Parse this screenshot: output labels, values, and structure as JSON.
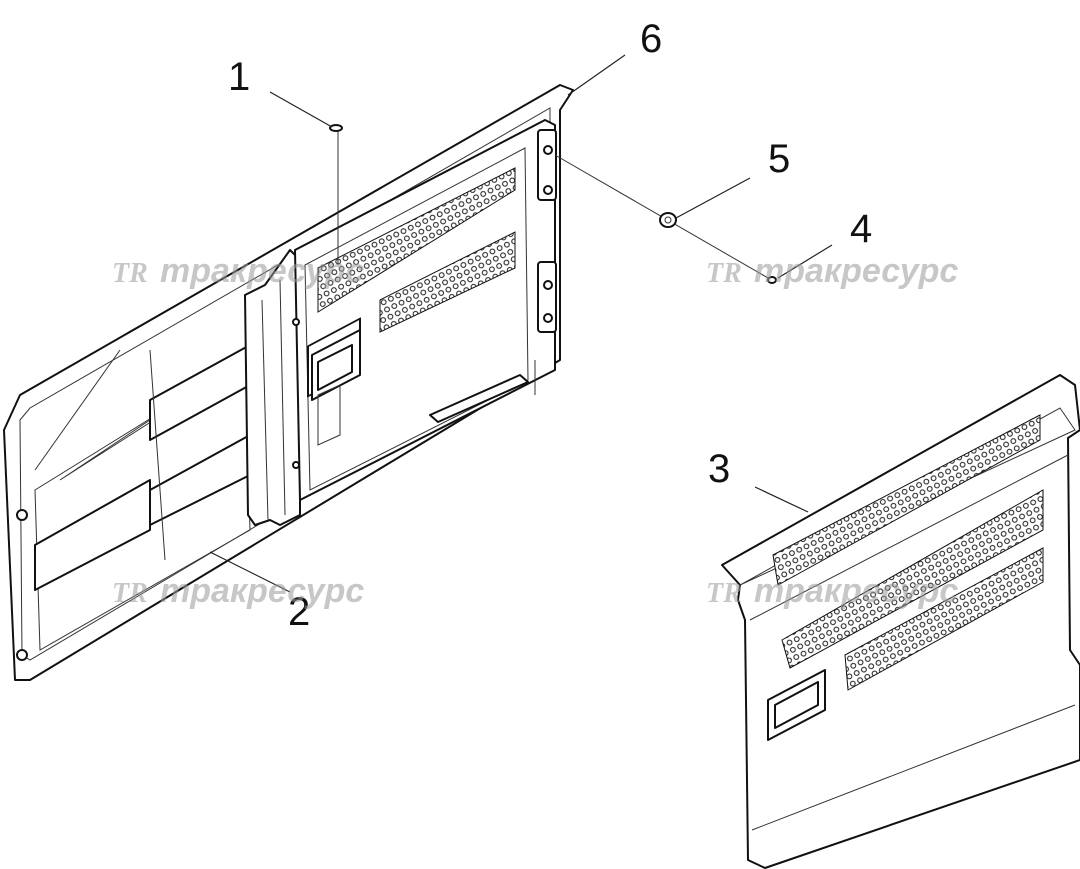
{
  "callouts": {
    "c1": "1",
    "c2": "2",
    "c3": "3",
    "c4": "4",
    "c5": "5",
    "c6": "6"
  },
  "watermark": {
    "text": "тракресурс",
    "logo": "TR"
  },
  "colors": {
    "line": "#111111",
    "watermark": "#9a9a9a"
  }
}
